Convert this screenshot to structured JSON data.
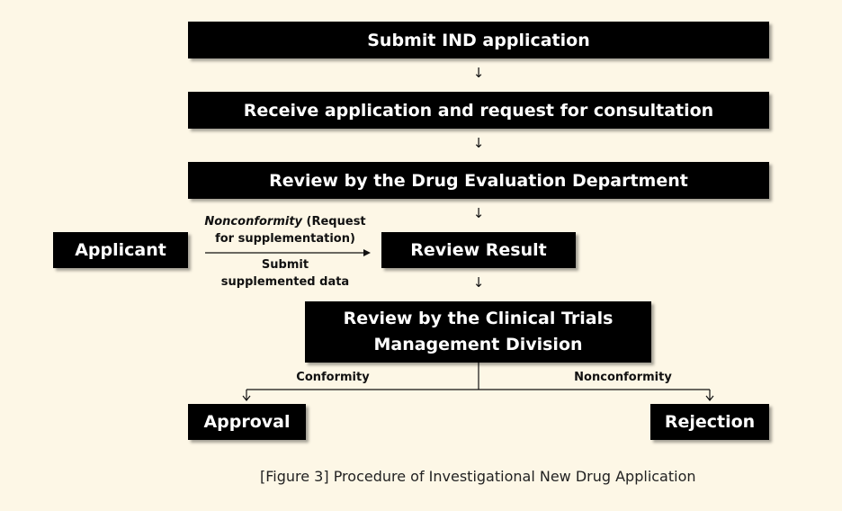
{
  "steps": {
    "submit": "Submit IND application",
    "receive": "Receive application and request for consultation",
    "review_dept": "Review by the Drug Evaluation Department",
    "applicant": "Applicant",
    "review_result": "Review Result",
    "review_division_line1": "Review by the Clinical Trials",
    "review_division_line2": "Management Division",
    "approval": "Approval",
    "rejection": "Rejection"
  },
  "labels": {
    "nonconformity_request_italic": "Nonconformity",
    "nonconformity_request_rest": " (Request",
    "nonconformity_request_line2": "for supplementation)",
    "submit_supplemented_line1": "Submit",
    "submit_supplemented_line2": "supplemented data",
    "conformity": "Conformity",
    "nonconformity": "Nonconformity"
  },
  "caption": "[Figure 3] Procedure of Investigational New Drug Application",
  "colors": {
    "background": "#fdf7e6",
    "box": "#000000",
    "box_text": "#ffffff"
  }
}
